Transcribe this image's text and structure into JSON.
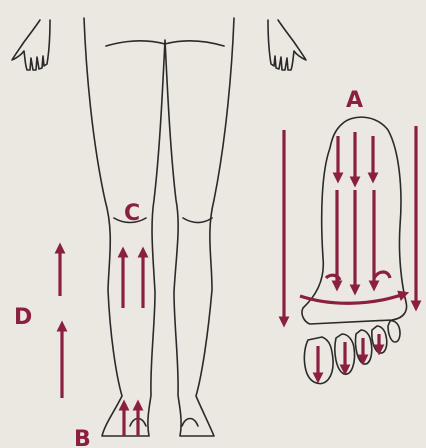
{
  "colors": {
    "background": "#ebe8e1",
    "outline": "#2b2a2a",
    "arrow": "#8b1f3f"
  },
  "labels": {
    "a": "A",
    "b": "B",
    "c": "C",
    "d": "D"
  }
}
